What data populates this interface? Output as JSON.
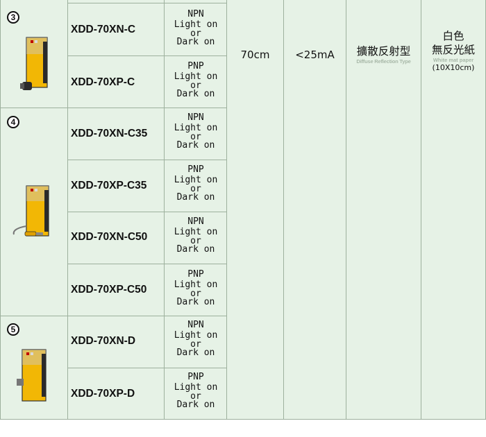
{
  "groups": [
    {
      "number": "3",
      "products": [
        {
          "model": "XDD-70XN-C",
          "type": "NPN",
          "mode_1": "Light on",
          "mode_or": "or",
          "mode_2": "Dark  on"
        },
        {
          "model": "XDD-70XP-C",
          "type": "PNP",
          "mode_1": "Light on",
          "mode_or": "or",
          "mode_2": "Dark  on"
        }
      ]
    },
    {
      "number": "4",
      "products": [
        {
          "model": "XDD-70XN-C35",
          "type": "NPN",
          "mode_1": "Light on",
          "mode_or": "or",
          "mode_2": "Dark  on"
        },
        {
          "model": "XDD-70XP-C35",
          "type": "PNP",
          "mode_1": "Light on",
          "mode_or": "or",
          "mode_2": "Dark  on"
        },
        {
          "model": "XDD-70XN-C50",
          "type": "NPN",
          "mode_1": "Light on",
          "mode_or": "or",
          "mode_2": "Dark  on"
        },
        {
          "model": "XDD-70XP-C50",
          "type": "PNP",
          "mode_1": "Light on",
          "mode_or": "or",
          "mode_2": "Dark  on"
        }
      ]
    },
    {
      "number": "5",
      "products": [
        {
          "model": "XDD-70XN-D",
          "type": "NPN",
          "mode_1": "Light on",
          "mode_or": "or",
          "mode_2": "Dark  on"
        },
        {
          "model": "XDD-70XP-D",
          "type": "PNP",
          "mode_1": "Light on",
          "mode_or": "or",
          "mode_2": "Dark  on"
        }
      ]
    }
  ],
  "shared": {
    "distance": "70cm",
    "current": "<25mA",
    "method_zh": "擴散反射型",
    "method_en": "Diffuse Reflection Type",
    "target_zh_1": "白色",
    "target_zh_2": "無反光紙",
    "target_en": "White mat paper",
    "target_size": "(10X10cm)"
  },
  "colors": {
    "sensor_body": "#f2b705",
    "sensor_dark": "#2a2a2a",
    "table_bg": "#e6f2e6",
    "grid": "#9db09d"
  }
}
